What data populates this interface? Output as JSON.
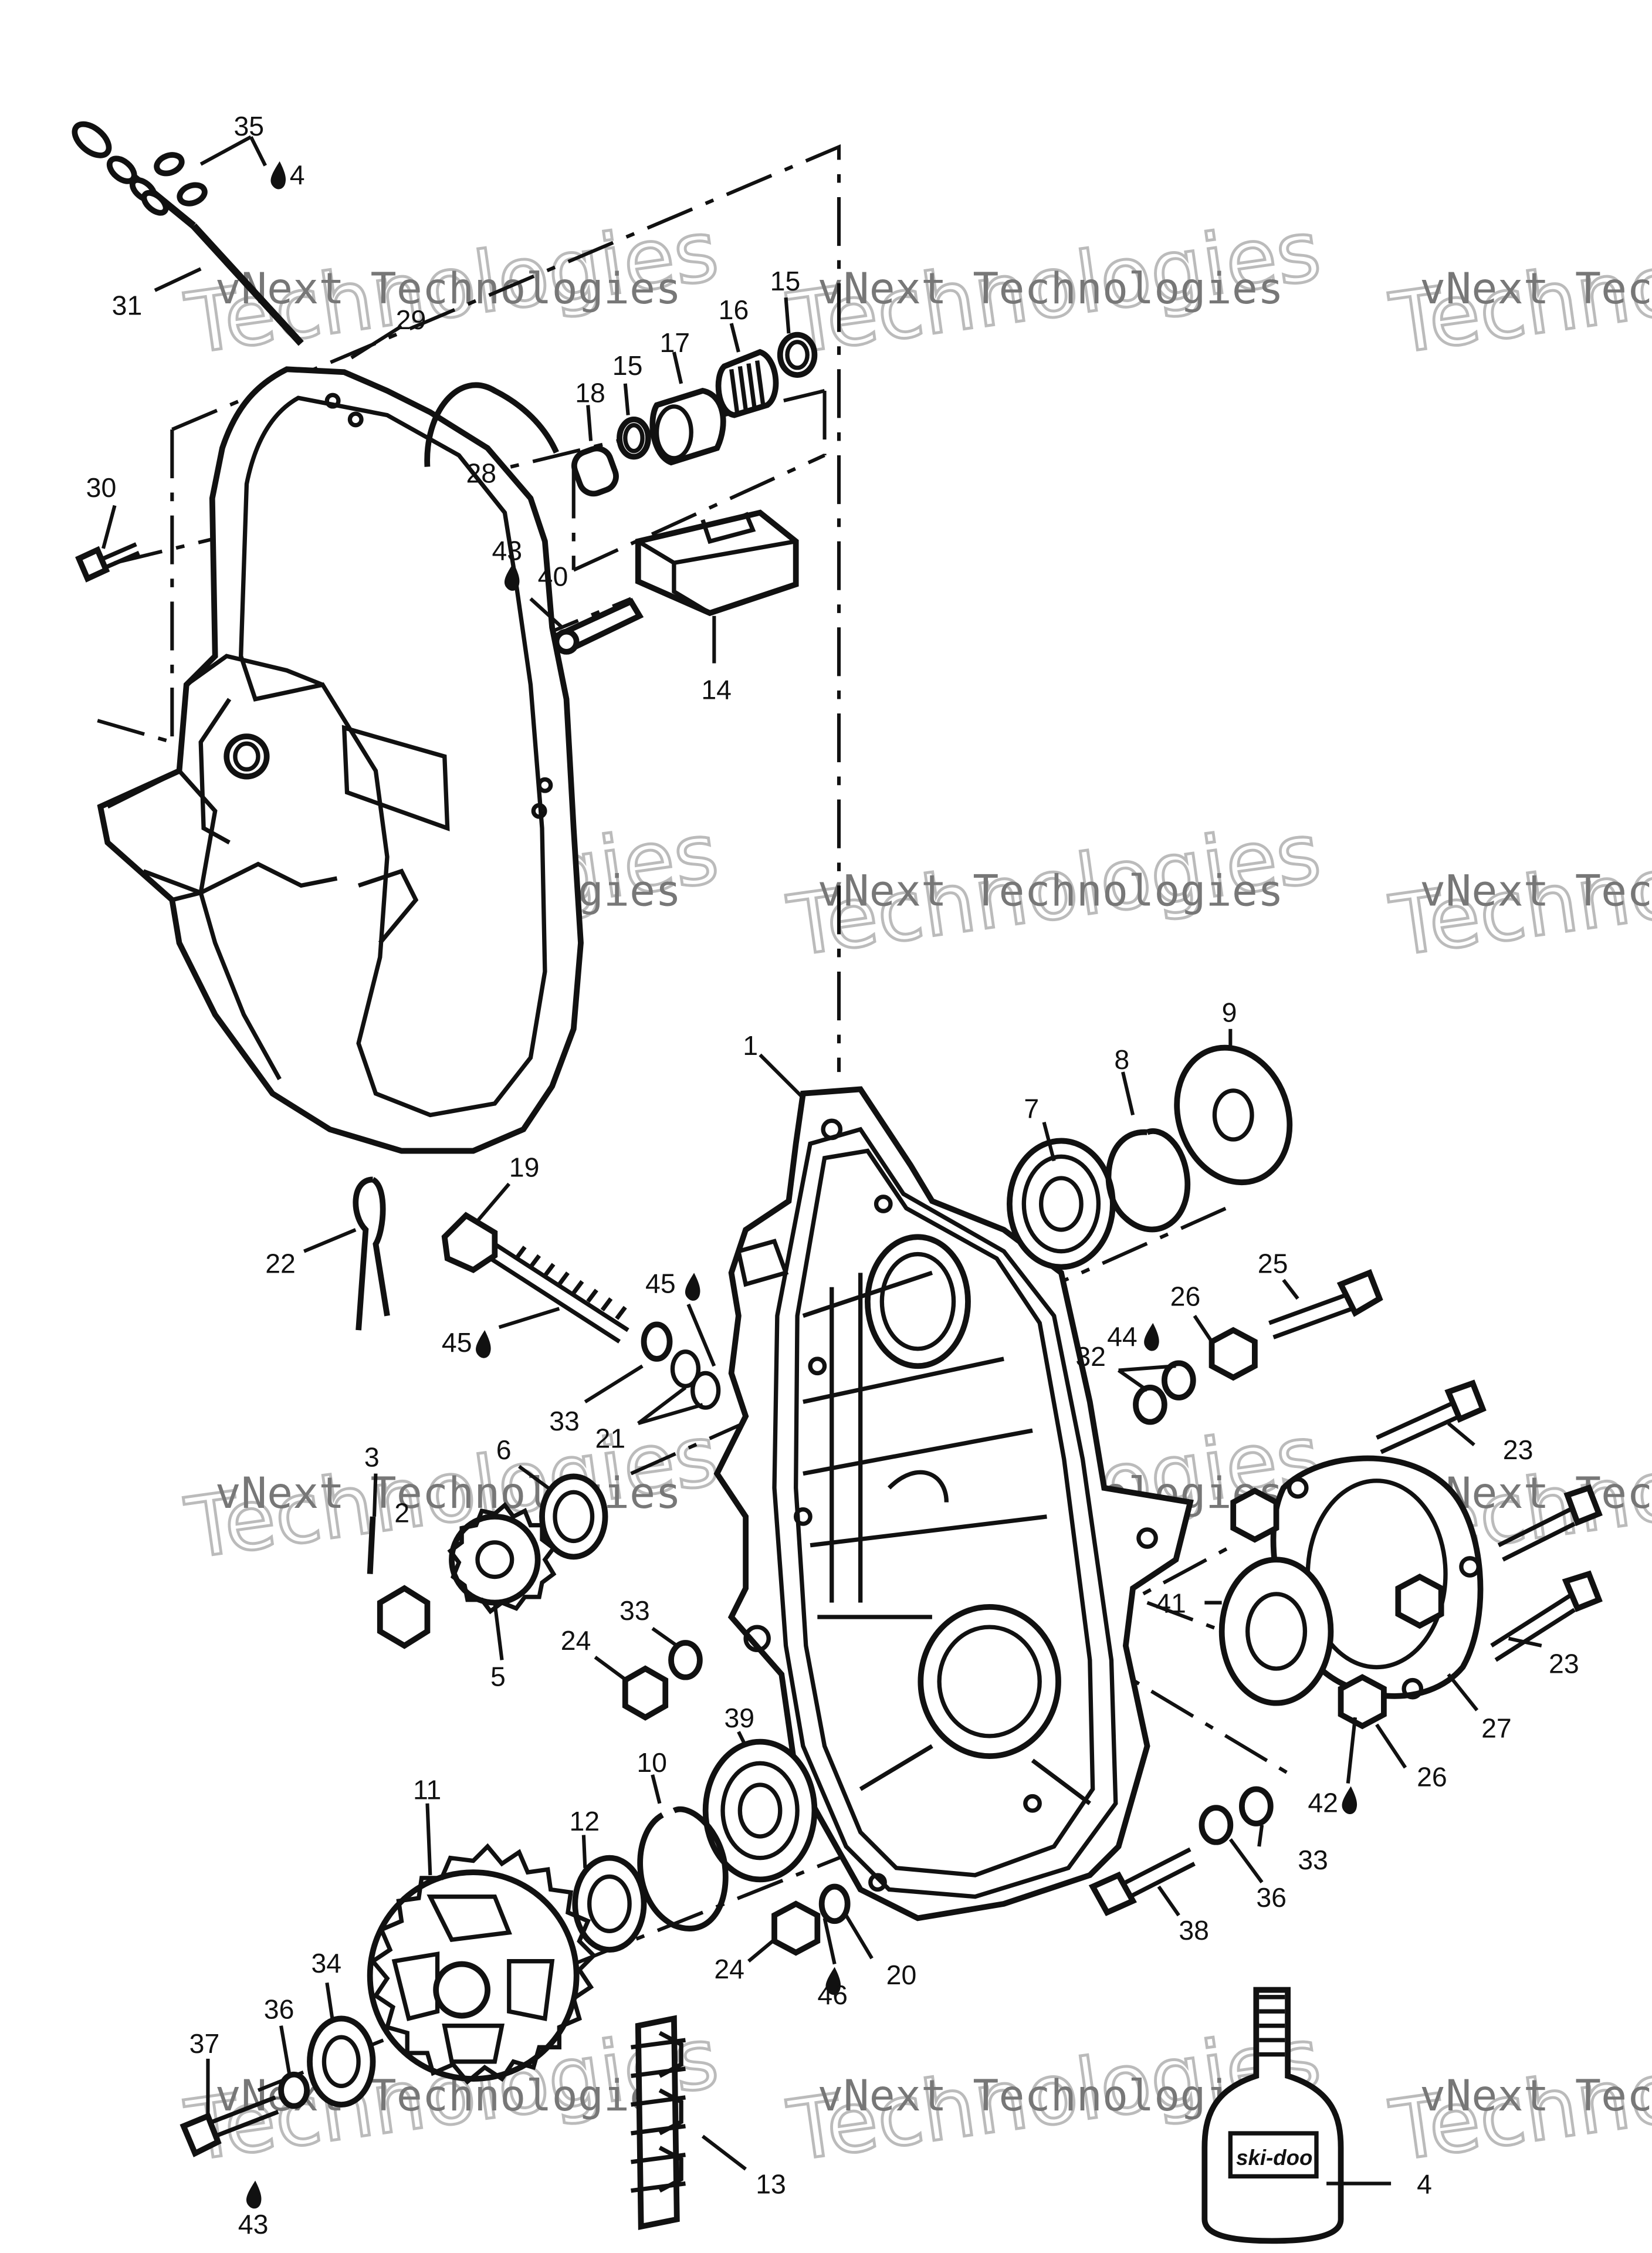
{
  "watermark": {
    "small": "vNext Technologies",
    "large": "Technologies",
    "top": "vNext"
  },
  "colors": {
    "line": "#111111",
    "watermark": "#bbbbbb",
    "background": "#ffffff"
  },
  "icons": {
    "lubricant": "oil-drop-icon"
  },
  "labels": {
    "p1": "1",
    "p2": "2",
    "p3": "3",
    "p4a": "4",
    "p4b": "4",
    "p5": "5",
    "p6": "6",
    "p7": "7",
    "p8": "8",
    "p9": "9",
    "p10": "10",
    "p11": "11",
    "p12": "12",
    "p13": "13",
    "p14": "14",
    "p15a": "15",
    "p15b": "15",
    "p16": "16",
    "p17": "17",
    "p18": "18",
    "p19": "19",
    "p20": "20",
    "p21": "21",
    "p22": "22",
    "p23a": "23",
    "p23b": "23",
    "p24a": "24",
    "p24b": "24",
    "p25": "25",
    "p26a": "26",
    "p26b": "26",
    "p27": "27",
    "p28": "28",
    "p29": "29",
    "p30": "30",
    "p31": "31",
    "p32": "32",
    "p33a": "33",
    "p33b": "33",
    "p33c": "33",
    "p34": "34",
    "p35": "35",
    "p36a": "36",
    "p36b": "36",
    "p37": "37",
    "p38": "38",
    "p39": "39",
    "p40": "40",
    "p41": "41",
    "p42": "42",
    "p43a": "43",
    "p43b": "43",
    "p44": "44",
    "p45a": "45",
    "p45b": "45",
    "p46": "46"
  },
  "bottle": {
    "brand": "ski-doo"
  }
}
